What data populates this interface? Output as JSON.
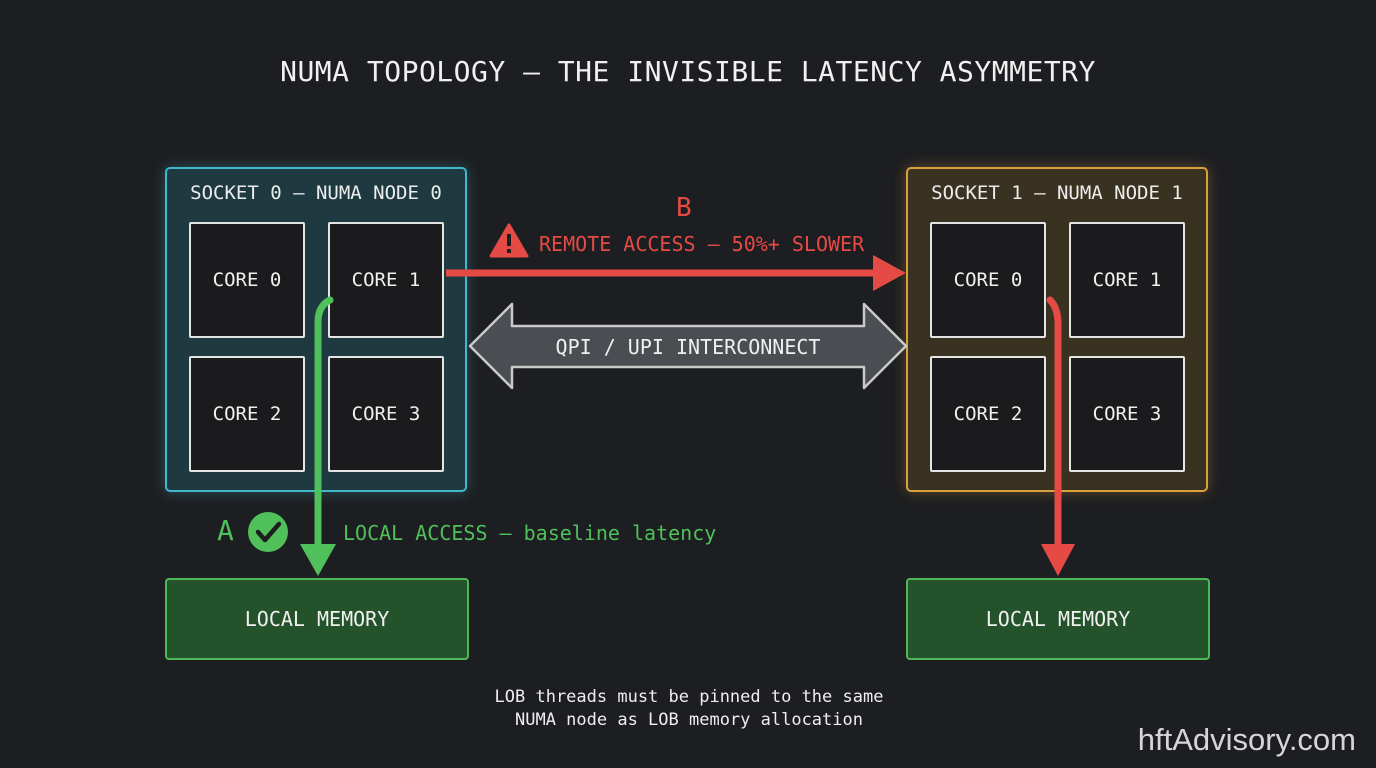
{
  "title": "NUMA TOPOLOGY — THE INVISIBLE LATENCY ASYMMETRY",
  "sockets": [
    {
      "label": "SOCKET 0 — NUMA NODE 0",
      "cores": [
        "CORE 0",
        "CORE 1",
        "CORE 2",
        "CORE 3"
      ],
      "memory": "LOCAL MEMORY",
      "color": "#3fb8c9"
    },
    {
      "label": "SOCKET 1 — NUMA NODE 1",
      "cores": [
        "CORE 0",
        "CORE 1",
        "CORE 2",
        "CORE 3"
      ],
      "memory": "LOCAL MEMORY",
      "color": "#d9a13c"
    }
  ],
  "interconnect": {
    "label": "QPI / UPI INTERCONNECT"
  },
  "remote_path": {
    "letter": "B",
    "label": "REMOTE ACCESS — 50%+ SLOWER",
    "color": "#e64a45",
    "icon": "warning-icon"
  },
  "local_path": {
    "letter": "A",
    "label": "LOCAL ACCESS — baseline latency",
    "color": "#4fc05a",
    "icon": "checkmark-icon"
  },
  "note": {
    "line1": "LOB threads must be pinned to the same",
    "line2": "NUMA node as LOB memory allocation"
  },
  "brand": "hftAdvisory.com"
}
